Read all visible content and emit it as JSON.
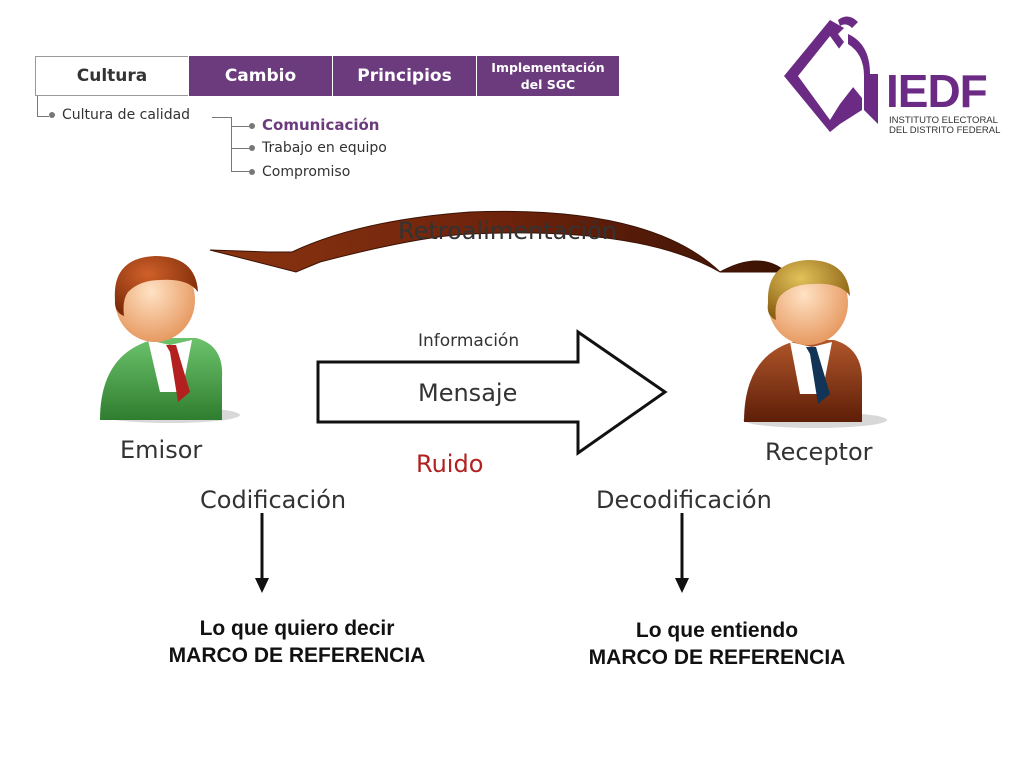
{
  "nav": {
    "tabs": [
      {
        "label": "Cultura"
      },
      {
        "label": "Cambio"
      },
      {
        "label": "Principios"
      },
      {
        "label": "Implementación\ndel SGC"
      }
    ],
    "sub": {
      "level1": "Cultura de calidad",
      "level2": [
        "Comunicación",
        "Trabajo en equipo",
        "Compromiso"
      ]
    }
  },
  "logo": {
    "letters": "IEDF",
    "subtitle_line1": "INSTITUTO ELECTORAL",
    "subtitle_line2": "DEL DISTRITO FEDERAL",
    "color": "#6b2a83"
  },
  "diagram": {
    "feedback": "Retroalimentación",
    "info": "Información",
    "message": "Mensaje",
    "sender": "Emisor",
    "receiver": "Receptor",
    "noise": "Ruido",
    "encoding": "Codificación",
    "decoding": "Decodificación",
    "left_caption_line1": "Lo que quiero decir",
    "left_caption_line2": "MARCO DE REFERENCIA",
    "right_caption_line1": "Lo que entiendo",
    "right_caption_line2": "MARCO DE REFERENCIA"
  },
  "colors": {
    "tab_bg": "#6b3b7e",
    "arrow": "#7a2a10",
    "noise": "#b32020",
    "sender_suit": "#4a9e4a",
    "receiver_suit": "#8a3a1a"
  }
}
